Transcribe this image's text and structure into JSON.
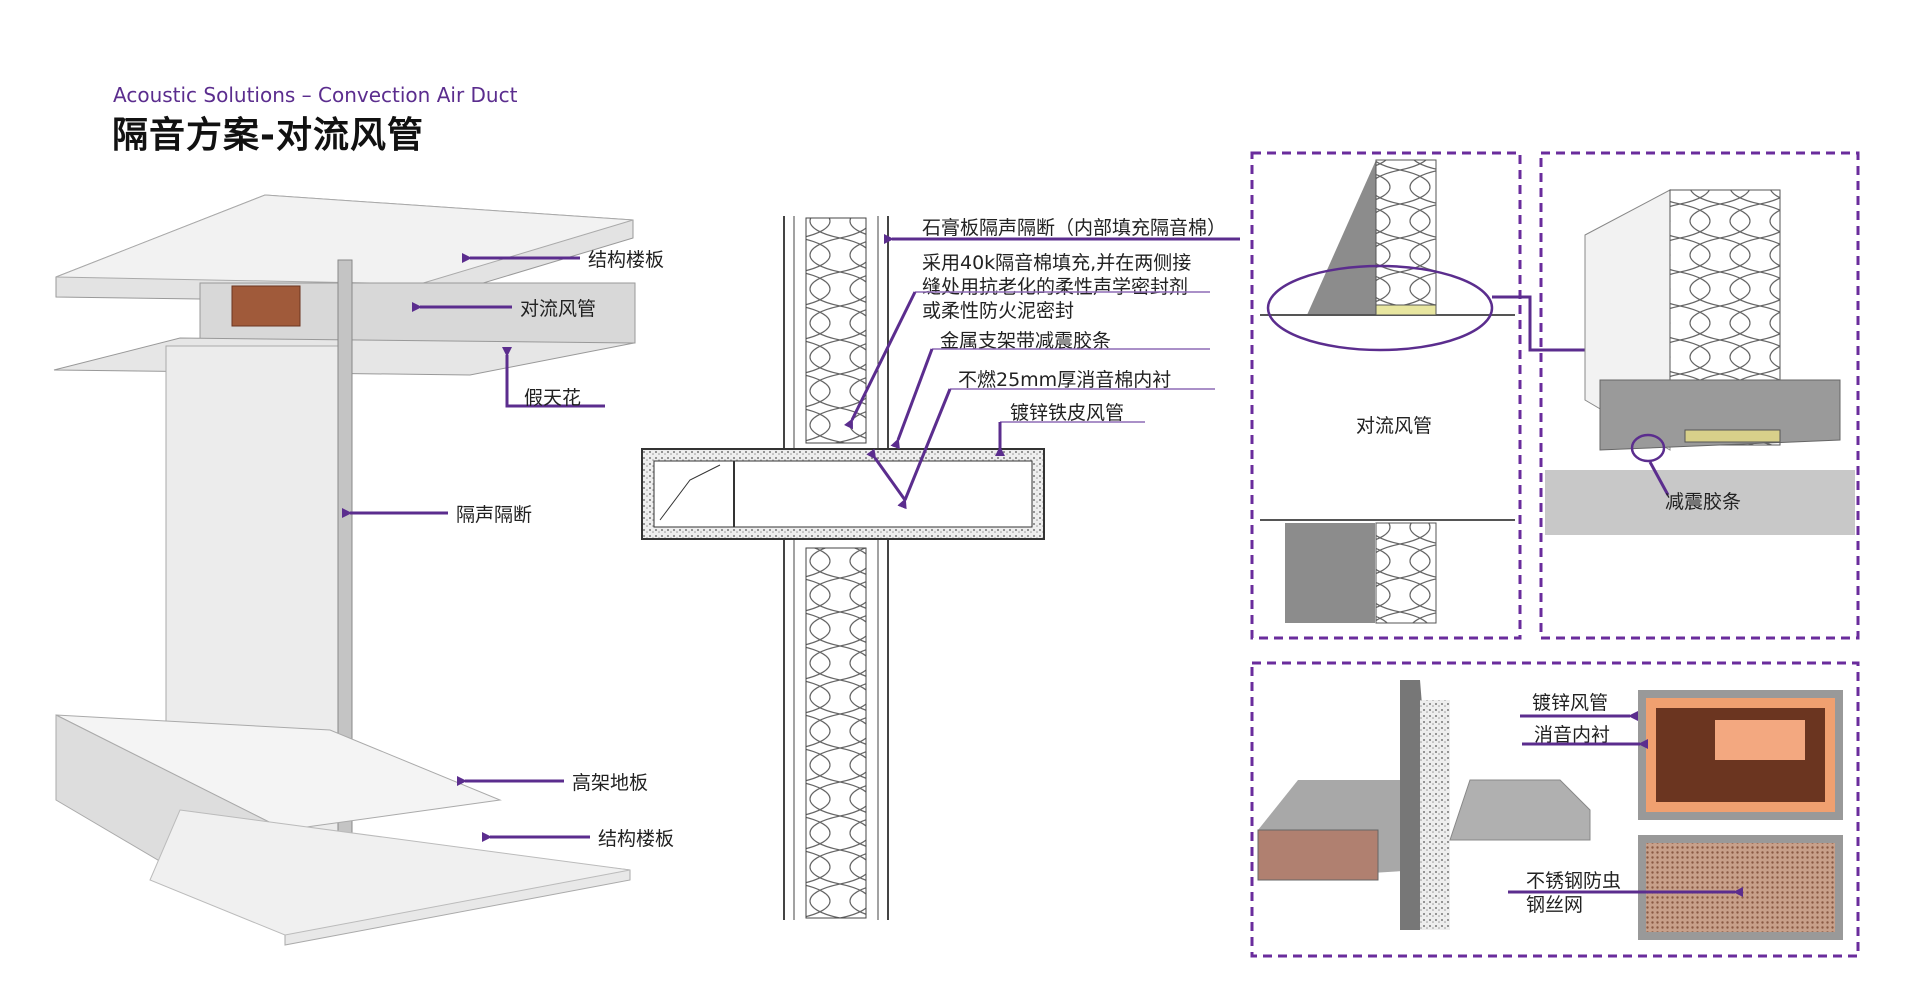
{
  "header": {
    "subtitle": "Acoustic Solutions – Convection Air Duct",
    "title": "隔音方案-对流风管"
  },
  "left_axonometric": {
    "labels": [
      "结构楼板",
      "对流风管",
      "假天花",
      "隔声隔断",
      "高架地板",
      "结构楼板"
    ]
  },
  "section": {
    "labels": {
      "partition": "石膏板隔声隔断（内部填充隔音棉）",
      "fill_line1": "采用40k隔音棉填充,并在两侧接",
      "fill_line2": "缝处用抗老化的柔性声学密封剂",
      "fill_line3": "或柔性防火泥密封",
      "bracket": "金属支架带减震胶条",
      "lining": "不燃25mm厚消音棉内衬",
      "duct": "镀锌铁皮风管"
    }
  },
  "detail_top": {
    "duct_label": "对流风管",
    "strip_label": "减震胶条"
  },
  "detail_bottom": {
    "galvanized_duct": "镀锌风管",
    "lining": "消音内衬",
    "mesh_line1": "不锈钢防虫",
    "mesh_line2": "钢丝网"
  },
  "colors": {
    "accent": "#5b2d8e",
    "lining": "#f0a070",
    "duct_inner": "#6b3520"
  }
}
